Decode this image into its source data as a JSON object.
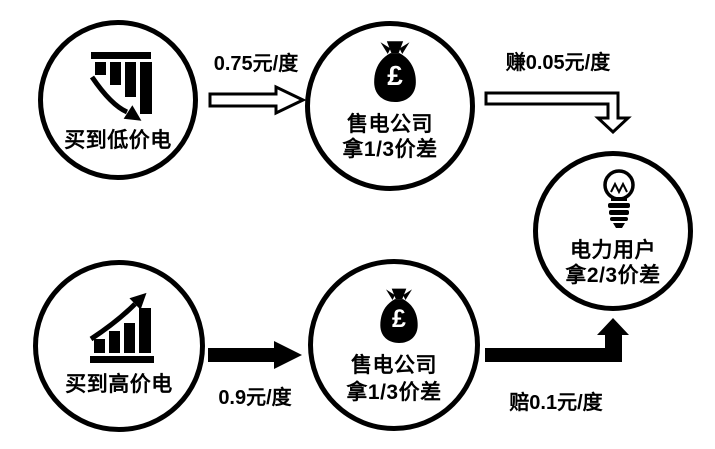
{
  "canvas": {
    "background": "#ffffff",
    "ink": "#000000"
  },
  "nodes": {
    "buy_low": {
      "label": "买到低价电",
      "icon": "declining-bar-chart-icon"
    },
    "seller_top": {
      "line1": "售电公司",
      "line2": "拿1/3价差",
      "icon": "money-bag-icon",
      "currency": "£"
    },
    "power_user": {
      "line1": "电力用户",
      "line2": "拿2/3价差",
      "icon": "light-bulb-icon"
    },
    "buy_high": {
      "label": "买到高价电",
      "icon": "rising-bar-chart-icon"
    },
    "seller_bottom": {
      "line1": "售电公司",
      "line2": "拿1/3价差",
      "icon": "money-bag-icon",
      "currency": "£"
    }
  },
  "flows": {
    "low_price": {
      "label": "0.75元/度",
      "style": "hollow-arrow"
    },
    "profit": {
      "label": "赚0.05元/度",
      "style": "hollow-bent-arrow"
    },
    "high_price": {
      "label": "0.9元/度",
      "style": "solid-arrow"
    },
    "loss": {
      "label": "赔0.1元/度",
      "style": "solid-bent-arrow"
    }
  }
}
